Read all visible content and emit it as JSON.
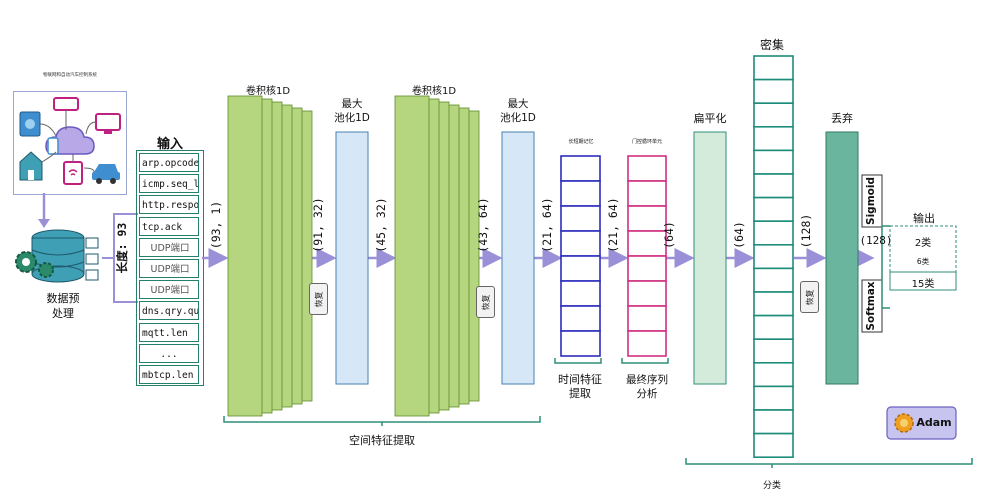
{
  "iot": {
    "caption": "物联网和自动汽车控制系统",
    "preprocess_label": "数据预\n处理"
  },
  "input": {
    "title": "输入",
    "length_label": "长度: 93",
    "features": [
      "arp.opcode",
      "icmp.seq_le",
      "http.respon",
      "tcp.ack",
      "UDP端口",
      "UDP端口",
      "UDP端口",
      "dns.qry.qu",
      "mqtt.len",
      "...",
      "mbtcp.len"
    ]
  },
  "layers": {
    "conv1_title": "卷积核1D",
    "pool1_title": "最大\n池化1D",
    "conv2_title": "卷积核1D",
    "pool2_title": "最大\n池化1D",
    "lstm_top": "长短期记忆",
    "lstm_bottom": "时间特征\n提取",
    "gru_top": "门控循环单元",
    "gru_bottom": "最终序列\n分析",
    "flatten_title": "扁平化",
    "dense_title": "密集",
    "dropout_title": "丢弃",
    "restore_label": "恢复",
    "sigmoid_label": "Sigmoid",
    "softmax_label": "Softmax"
  },
  "shapes": {
    "s1": "(93, 1)",
    "s2": "(91, 32)",
    "s3": "(45, 32)",
    "s4": "(43, 64)",
    "s5": "(21, 64)",
    "s6": "(21, 64)",
    "s7": "(64)",
    "s8": "(64)",
    "s9": "(128)",
    "s10": "(128)"
  },
  "groups": {
    "spatial": "空间特征提取",
    "classify": "分类"
  },
  "output": {
    "title": "输出",
    "c2": "2类",
    "c6": "6类",
    "c15": "15类"
  },
  "optimizer": {
    "label": "Adam"
  },
  "colors": {
    "conv": "#b5d67f",
    "conv_border": "#5f8a2a",
    "pool": "#d6e8f8",
    "pool_border": "#4a7fb0",
    "lstm": "#2d2dbd",
    "gru": "#d03080",
    "flatten": "#d4ebdc",
    "dense": "#1d8c7a",
    "dropout": "#6ab59e",
    "arrow": "#9a90d8",
    "bracket": "#2f8f78"
  }
}
